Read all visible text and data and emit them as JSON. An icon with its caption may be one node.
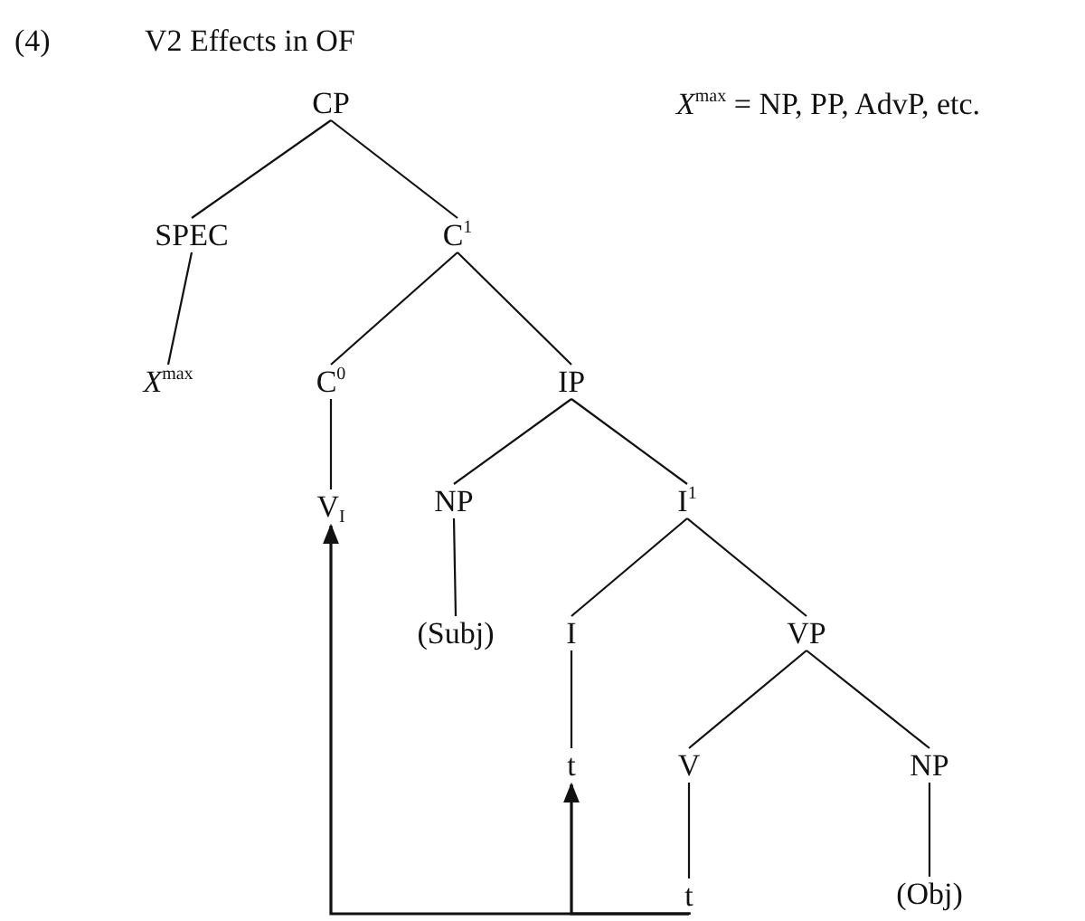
{
  "diagram": {
    "title": "V2 Effects in OF",
    "nodes": [
      {
        "text": [
          "CP"
        ]
      },
      {
        "text": [
          "SPEC"
        ]
      },
      {
        "text": [
          "C$^{1}$"
        ]
      },
      {
        "text": [
          "*X*$^{max}$"
        ]
      },
      {
        "text": [
          "C$^{0}$"
        ]
      },
      {
        "text": [
          "IP"
        ]
      },
      {
        "text": [
          "V$_{I}$"
        ]
      },
      {
        "text": [
          "NP"
        ]
      },
      {
        "text": [
          "I$^{1}$"
        ]
      },
      {
        "text": [
          "(Subj)"
        ]
      },
      {
        "text": [
          "I"
        ]
      },
      {
        "text": [
          "VP"
        ]
      },
      {
        "text": [
          "t"
        ]
      },
      {
        "text": [
          "V"
        ]
      },
      {
        "text": [
          "NP"
        ]
      },
      {
        "text": [
          "t"
        ]
      },
      {
        "text": [
          "(Obj)"
        ]
      }
    ],
    "edges": [
      {
        "from": 0,
        "to": 1,
        "arrow": "none"
      },
      {
        "from": 0,
        "to": 2,
        "arrow": "none"
      },
      {
        "from": 1,
        "to": 3,
        "arrow": "none"
      },
      {
        "from": 2,
        "to": 4,
        "arrow": "none"
      },
      {
        "from": 2,
        "to": 5,
        "arrow": "none"
      },
      {
        "from": 4,
        "to": 6,
        "arrow": "none"
      },
      {
        "from": 5,
        "to": 7,
        "arrow": "none"
      },
      {
        "from": 5,
        "to": 8,
        "arrow": "none"
      },
      {
        "from": 7,
        "to": 9,
        "arrow": "none"
      },
      {
        "from": 8,
        "to": 10,
        "arrow": "none"
      },
      {
        "from": 8,
        "to": 11,
        "arrow": "none"
      },
      {
        "from": 10,
        "to": 12,
        "arrow": "none"
      },
      {
        "from": 11,
        "to": 13,
        "arrow": "none"
      },
      {
        "from": 11,
        "to": 14,
        "arrow": "none"
      },
      {
        "from": 13,
        "to": 15,
        "arrow": "none"
      },
      {
        "from": 14,
        "to": 16,
        "arrow": "none"
      },
      {
        "from": 15,
        "to": 12,
        "arrow": "to"
      },
      {
        "from": 15,
        "to": 6,
        "arrow": "to"
      }
    ],
    "labels": [
      "(4)",
      "*X*$^{max}$ = NP, PP, AdvP, etc."
    ]
  }
}
